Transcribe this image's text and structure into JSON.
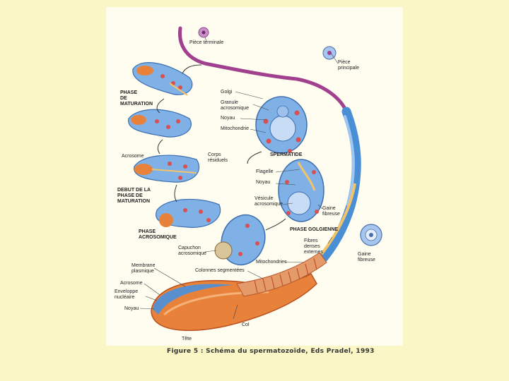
{
  "labels": {
    "piece_terminale": "Pièce terminale",
    "piece_principale": "Pièce\nprincipale",
    "phase_maturation": "PHASE\nDE\nMATURATION",
    "golgi": "Golgi",
    "granule_acrosomique": "Granule\nacrosomique",
    "noyau_top": "Noyau",
    "mitochondrie": "Mitochondrie",
    "spermatide": "SPERMATIDE",
    "acrosome_left": "Acrosome",
    "corps_residuels": "Corps\nrésiduels",
    "flagelle": "Flagelle",
    "noyau_mid": "Noyau",
    "debut_phase_maturation": "DEBUT DE LA\nPHASE DE\nMATURATION",
    "vesicule_acrosomique": "Vésicule\nacrosomique",
    "gaine_fibreuse_mid": "Gaine\nfibreuse",
    "phase_golgienne": "PHASE GOLGIENNE",
    "phase_acrosomique": "PHASE\nACROSOMIQUE",
    "fibres_denses_externes": "Fibres\ndenses\nexternes",
    "gaine_fibreuse_right": "Gaine\nfibreuse",
    "capuchon_acrosomique": "Capuchon\nacrosomique",
    "mitochondries": "Mitochondries",
    "membrane_plasmique": "Membrane\nplasmique",
    "colonnes_segmentees": "Colonnes segmentées",
    "acrosome_bottom": "Acrosome",
    "enveloppe_nucleaire": "Enveloppe\nnucléaire",
    "noyau_bottom": "Noyau",
    "col": "Col",
    "tete": "Tête"
  },
  "caption": "Figure 5 : Schéma du spermatozoïde, Eds Pradel, 1993",
  "colors": {
    "background": "#fbf6c6",
    "tail_purple": "#a0408e",
    "tail_blue": "#4a8fd6",
    "cell_blue": "#7fb0e6",
    "nucleus_orange": "#e8823a",
    "mitochondria_red": "#d95050"
  }
}
